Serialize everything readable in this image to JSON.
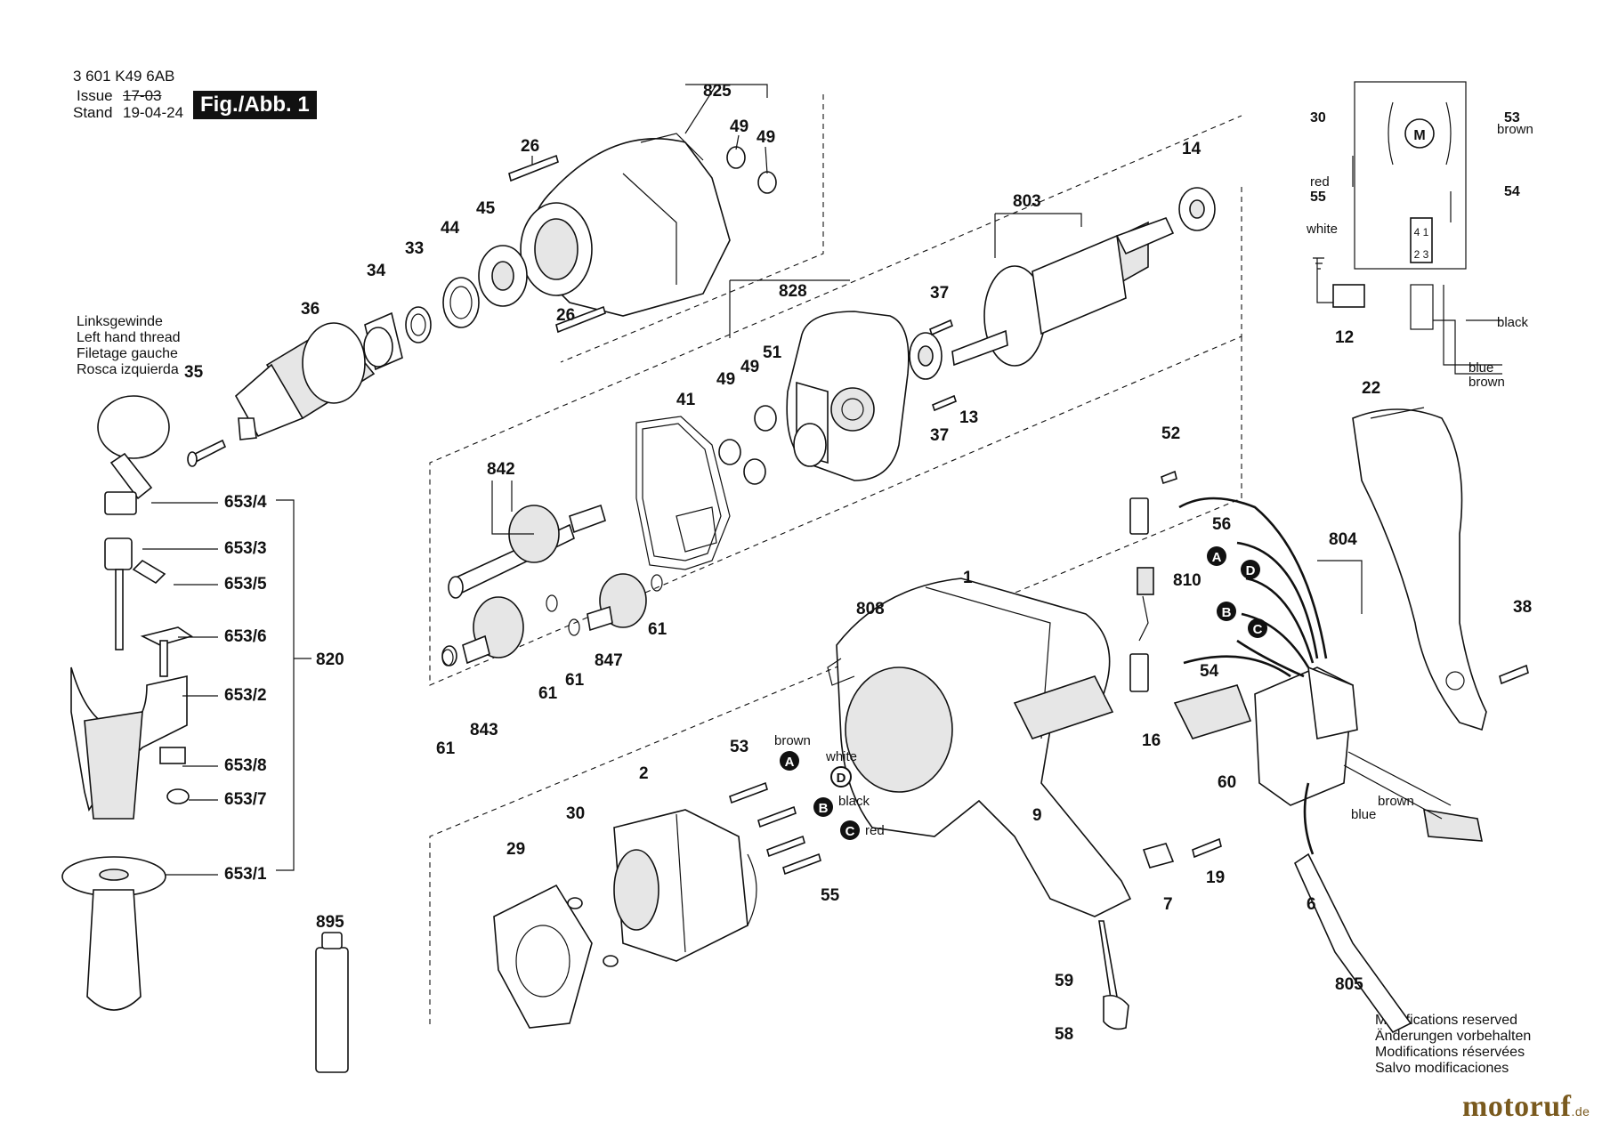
{
  "header": {
    "doc_number": "3 601 K49 6AB",
    "issue_label": "Issue",
    "issue_value": "17-03",
    "stand_label": "Stand",
    "stand_value": "19-04-24",
    "figure_label": "Fig./Abb. 1"
  },
  "left_thread_note": [
    "Linksgewinde",
    "Left hand thread",
    "Filetage gauche",
    "Rosca izquierda"
  ],
  "modifications_note": [
    "Modifications reserved",
    "Änderungen vorbehalten",
    "Modifications réservées",
    "Salvo modificaciones"
  ],
  "logo": {
    "text": "motoruf",
    "suffix": ".de",
    "color": "#7a5a1e"
  },
  "part_numbers": [
    "825",
    "49",
    "49",
    "26",
    "45",
    "44",
    "33",
    "34",
    "36",
    "35",
    "26",
    "14",
    "803",
    "37",
    "828",
    "51",
    "49",
    "49",
    "41",
    "13",
    "37",
    "842",
    "61",
    "843",
    "61",
    "61",
    "847",
    "61",
    "653/4",
    "653/3",
    "653/5",
    "653/6",
    "653/2",
    "653/8",
    "653/7",
    "653/1",
    "820",
    "895",
    "1",
    "808",
    "9",
    "2",
    "29",
    "30",
    "53",
    "55",
    "52",
    "56",
    "810",
    "54",
    "16",
    "60",
    "804",
    "22",
    "38",
    "7",
    "19",
    "6",
    "805",
    "59",
    "58",
    "12"
  ],
  "wiring_labels": {
    "A": "A",
    "B": "B",
    "C": "C",
    "D": "D",
    "brown": "brown",
    "white": "white",
    "black": "black",
    "red": "red",
    "blue": "blue",
    "motor": "M",
    "switch_top": "4 1",
    "switch_bottom": "2 3"
  }
}
